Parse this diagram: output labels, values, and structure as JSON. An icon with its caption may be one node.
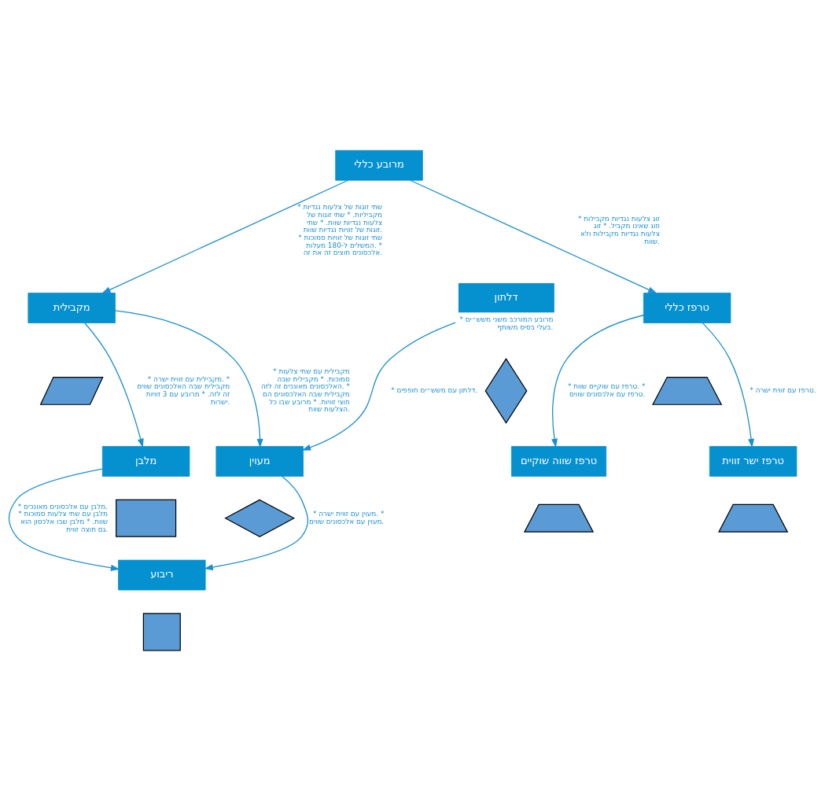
{
  "diagram": {
    "nodes": [
      {
        "text": [
          "מרובע כללי"
        ]
      },
      {
        "text": [
          "מקבילית"
        ]
      },
      {
        "text": [],
        "shape": "parallelogram"
      },
      {
        "text": [
          "טרפז כללי"
        ]
      },
      {
        "text": [],
        "shape": "trapezoid"
      },
      {
        "text": [
          "טרפז ישר זווית"
        ]
      },
      {
        "text": [],
        "shape": "trapezoid"
      },
      {
        "text": [
          "טרפז שווה שוקיים"
        ]
      },
      {
        "text": [],
        "shape": "trapezoid"
      },
      {
        "text": [
          "מעוין"
        ]
      },
      {
        "text": [],
        "shape": "diamond"
      },
      {
        "text": [
          "מלבן"
        ]
      },
      {
        "text": [],
        "shape": "box"
      },
      {
        "text": [
          "דלתון"
        ],
        "beside": [
          "* מרובע המורכב משני משש״ים בעלי בסיס משותף."
        ]
      },
      {
        "text": [],
        "shape": "kite"
      },
      {
        "text": [
          "ריבוע"
        ]
      },
      {
        "text": [],
        "shape": "square"
      }
    ],
    "edges": [
      {
        "from": 0,
        "to": 1,
        "arrow": "to",
        "label": "* שתי זוגות של צלעות נגדיות מקביליות. * שתי זוגות של צלעות נגדיות שוות. * שתי זוגות של זוויות נגדיות שוות. * שתי זוגות של זוויות סמוכות המשלים ל-180 מעלות. * אלכסונים חוצים זה את זה."
      },
      {
        "from": 0,
        "to": 3,
        "arrow": "to",
        "label": "* זוג צלעות נגדיות מקבילות וזוג שאינו מקביל. * זוג צלעות נגדיות מקבילות ולא שוות."
      },
      {
        "from": 1,
        "to": 9,
        "arrow": "to",
        "label": "* מקבילית עם שתי צלעות סמוכות. * מקבילית שבה האלכסונים מאונכים זה לזה. * מקבילית שבה האלכסונים הם חוצי זוויות. * מרובע שבו כל הצלעות שוות."
      },
      {
        "from": 1,
        "to": 11,
        "arrow": "to",
        "label": "* מקבילית עם זווית ישרה. * מקבילית שבה האלכסונים שווים זה לזה. * מרובע עם 3 זוויות ישרות."
      },
      {
        "from": 3,
        "to": 5,
        "arrow": "to",
        "label": "* טרפז עם זווית ישרה."
      },
      {
        "from": 3,
        "to": 7,
        "arrow": "to",
        "label": "* טרפז עם שוקיים שוות. * טרפז עם אלכסונים שווים."
      },
      {
        "from": 13,
        "to": 9,
        "arrow": "to",
        "label": "* דלתון עם משש״ים חופפים."
      },
      {
        "from": 9,
        "to": 15,
        "arrow": "to",
        "label": "* מעוין עם זווית ישרה. * מעוין עם אלכסונים שווים."
      },
      {
        "from": 11,
        "to": 15,
        "arrow": "to",
        "label": "* מלבן עם אלכסונים מאונכים. * מלבן עם שתי צלעות סמוכות שוות. * מלבן שבו אלכסון הוא גם חוצה זווית."
      }
    ]
  }
}
